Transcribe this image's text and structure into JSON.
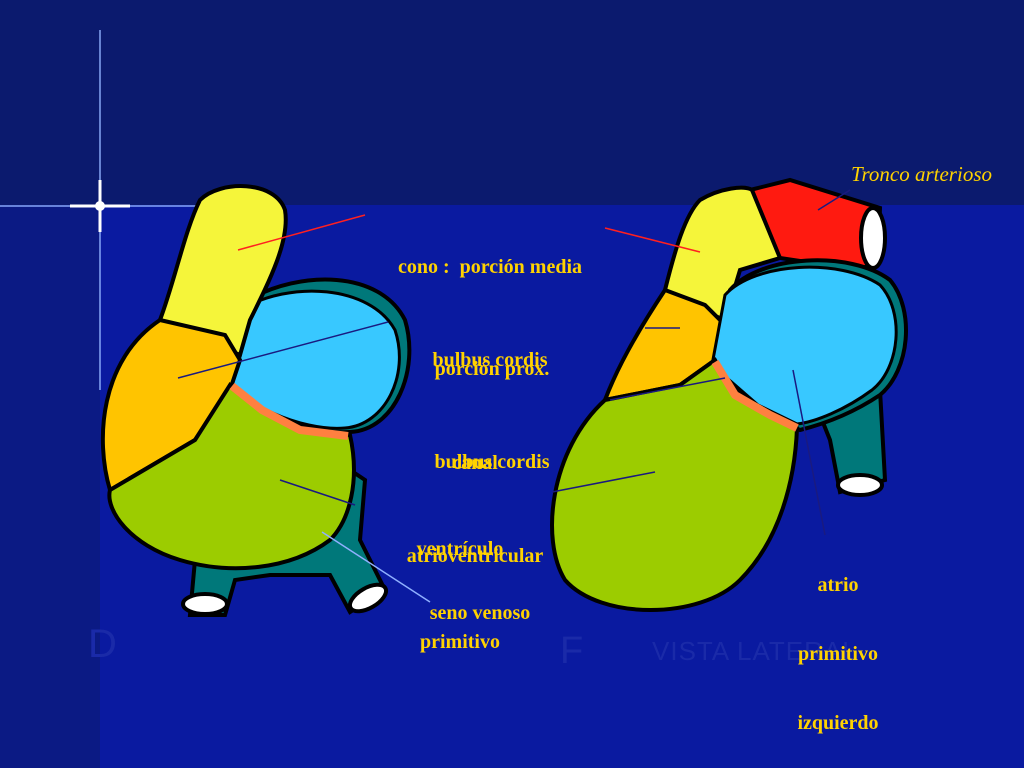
{
  "labels": {
    "tronco": "Tronco arterioso",
    "cono_line1": "cono :  porción media",
    "cono_line2": "bulbus cordis",
    "prox_line1": "porción prox.",
    "prox_line2": "bulbus cordis",
    "canal_line1": "canal",
    "canal_line2": "atrioventricular",
    "vent_line1": "ventrículo",
    "vent_line2": "primitivo",
    "seno": "seno venoso",
    "atrio_line1": "atrio",
    "atrio_line2": "primitivo",
    "atrio_line3": "izquierdo"
  },
  "ghost_text": {
    "left_letter": "D",
    "right_letter": "F",
    "vista": "VISTA  LATERAL"
  },
  "colors": {
    "label": "#ffd200",
    "yellow": "#f5f53a",
    "orange": "#ffc400",
    "red": "#ff1a10",
    "blue": "#38c8ff",
    "green": "#9ccc00",
    "teal": "#00787a",
    "salmon": "#ff8040"
  }
}
